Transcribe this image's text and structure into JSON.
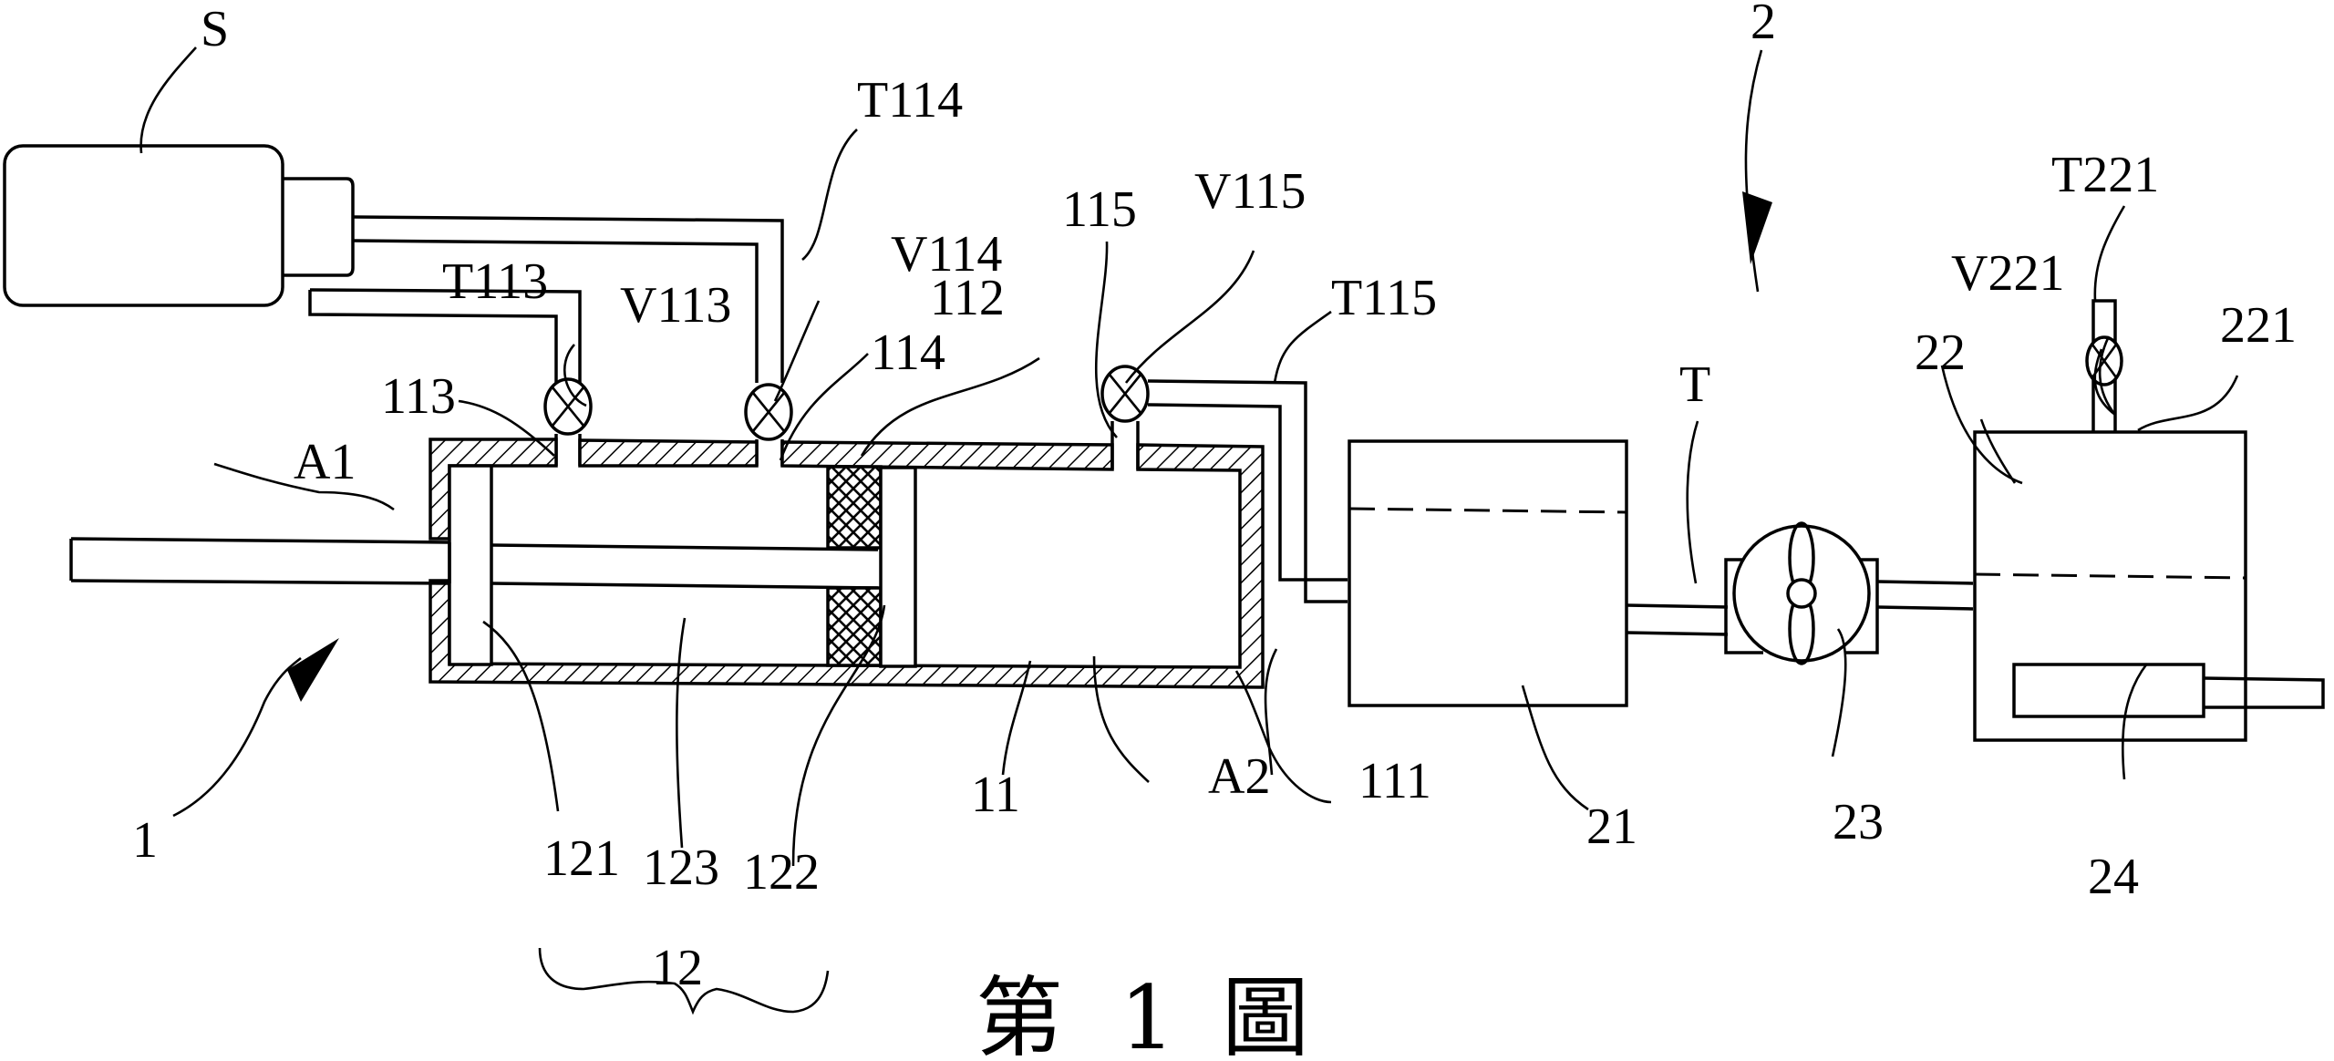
{
  "figure": {
    "caption": "第 1 圖",
    "caption_parts": [
      "第",
      "1",
      "圖"
    ],
    "colors": {
      "ink": "#000000",
      "background": "#ffffff"
    }
  },
  "labels": {
    "S": "S",
    "T114": "T114",
    "T113": "T113",
    "V113": "V113",
    "V114": "V114",
    "p113": "113",
    "p114": "114",
    "p112": "112",
    "p115": "115",
    "V115": "V115",
    "T115": "T115",
    "A1": "A1",
    "A2": "A2",
    "p111": "111",
    "p11": "11",
    "p121": "121",
    "p123": "123",
    "p122": "122",
    "p12": "12",
    "p1": "1",
    "p2": "2",
    "T": "T",
    "p21": "21",
    "p23": "23",
    "p22": "22",
    "V221": "V221",
    "T221": "T221",
    "p221": "221",
    "p24": "24"
  },
  "components": [
    {
      "ref": "S",
      "kind": "motor-compressor"
    },
    {
      "ref": "1",
      "kind": "cylinder-system"
    },
    {
      "ref": "11",
      "kind": "cylinder-housing"
    },
    {
      "ref": "111",
      "kind": "cylinder-end-wall"
    },
    {
      "ref": "112",
      "kind": "seal"
    },
    {
      "ref": "12",
      "kind": "piston-assembly",
      "parts": [
        "121",
        "123",
        "122"
      ]
    },
    {
      "ref": "A1",
      "kind": "chamber"
    },
    {
      "ref": "A2",
      "kind": "chamber"
    },
    {
      "ref": "113",
      "kind": "port",
      "valve": "V113",
      "tube": "T113"
    },
    {
      "ref": "114",
      "kind": "port",
      "valve": "V114",
      "tube": "T114"
    },
    {
      "ref": "115",
      "kind": "port",
      "valve": "V115",
      "tube": "T115"
    },
    {
      "ref": "2",
      "kind": "liquid-system"
    },
    {
      "ref": "21",
      "kind": "tank"
    },
    {
      "ref": "T",
      "kind": "pipe"
    },
    {
      "ref": "23",
      "kind": "pump"
    },
    {
      "ref": "22",
      "kind": "tank"
    },
    {
      "ref": "221",
      "kind": "port",
      "valve": "V221",
      "tube": "T221"
    },
    {
      "ref": "24",
      "kind": "heater"
    }
  ]
}
